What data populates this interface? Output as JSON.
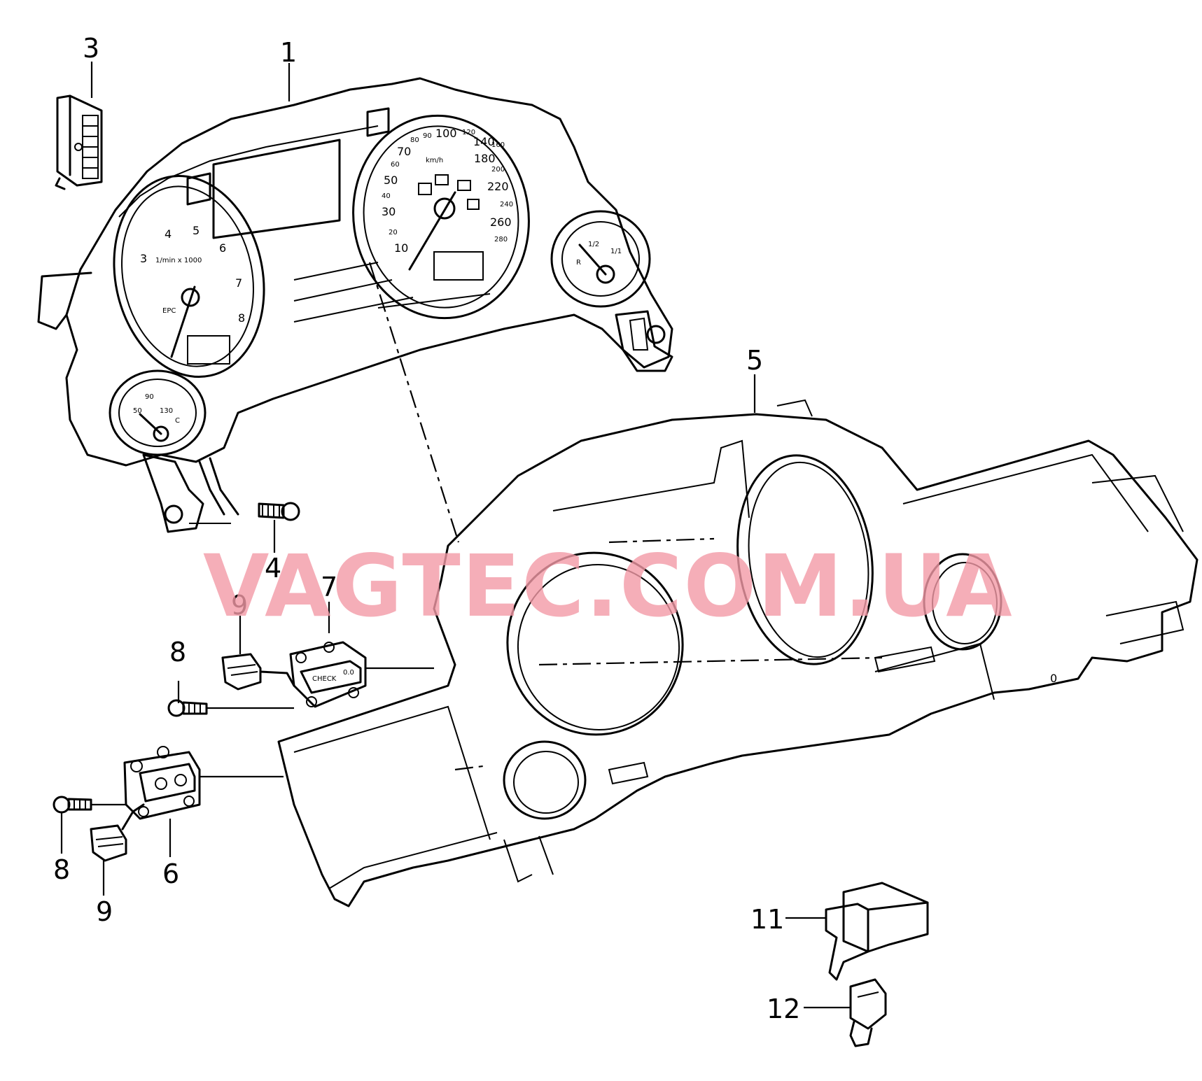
{
  "watermark": "VAGTEC.COM.UA",
  "callouts": [
    "1",
    "3",
    "4",
    "5",
    "6",
    "7",
    "8",
    "8",
    "9",
    "9",
    "11",
    "12"
  ],
  "tachometer": {
    "ticks": [
      "3",
      "4",
      "5",
      "6",
      "7",
      "8"
    ],
    "unit": "1/min x 1000",
    "badge": "EPC"
  },
  "speedometer": {
    "ticks": [
      "10",
      "20",
      "30",
      "40",
      "50",
      "60",
      "70",
      "80",
      "90",
      "100",
      "120",
      "140",
      "160",
      "180",
      "200",
      "220",
      "240",
      "260",
      "280"
    ],
    "unit": "km/h"
  },
  "fuel_gauge": {
    "ticks": [
      "R",
      "1/2",
      "1/1"
    ]
  },
  "temp_gauge": {
    "ticks": [
      "50",
      "90",
      "130",
      "C"
    ]
  },
  "switch_labels": {
    "check": "CHECK",
    "ok": "0.0"
  },
  "icons": [
    "instrument-cluster-icon",
    "connector-icon",
    "bolt-icon",
    "trim-panel-icon",
    "switch-icon",
    "bulb-socket-icon"
  ]
}
